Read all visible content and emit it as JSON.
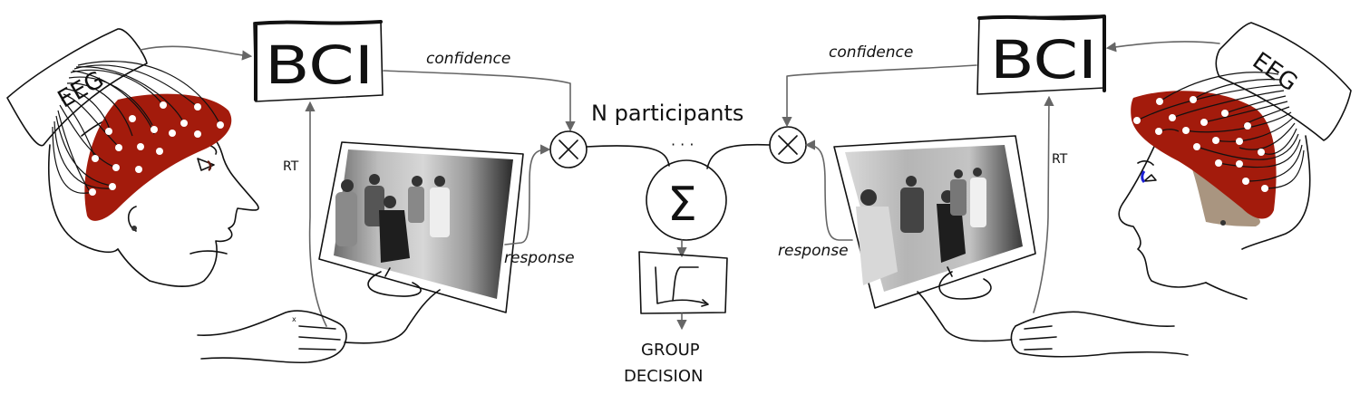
{
  "title_label": "N participants",
  "ellipsis": "· · ·",
  "left": {
    "eeg_label": "EEG",
    "bci_label": "BCI",
    "confidence_label": "confidence",
    "rt_label": "RT",
    "response_label": "response",
    "multiply_symbol": "×"
  },
  "right": {
    "eeg_label": "EEG",
    "bci_label": "BCI",
    "confidence_label": "confidence",
    "rt_label": "RT",
    "response_label": "response",
    "multiply_symbol": "×"
  },
  "center": {
    "sum_symbol": "Σ",
    "output_line1": "GROUP",
    "output_line2": "DECISION"
  },
  "colors": {
    "cap": "#a31b0c",
    "hair": "#a08a72",
    "eye_right": "#1a1fd6",
    "flow": "#666666",
    "ink": "#111111"
  }
}
